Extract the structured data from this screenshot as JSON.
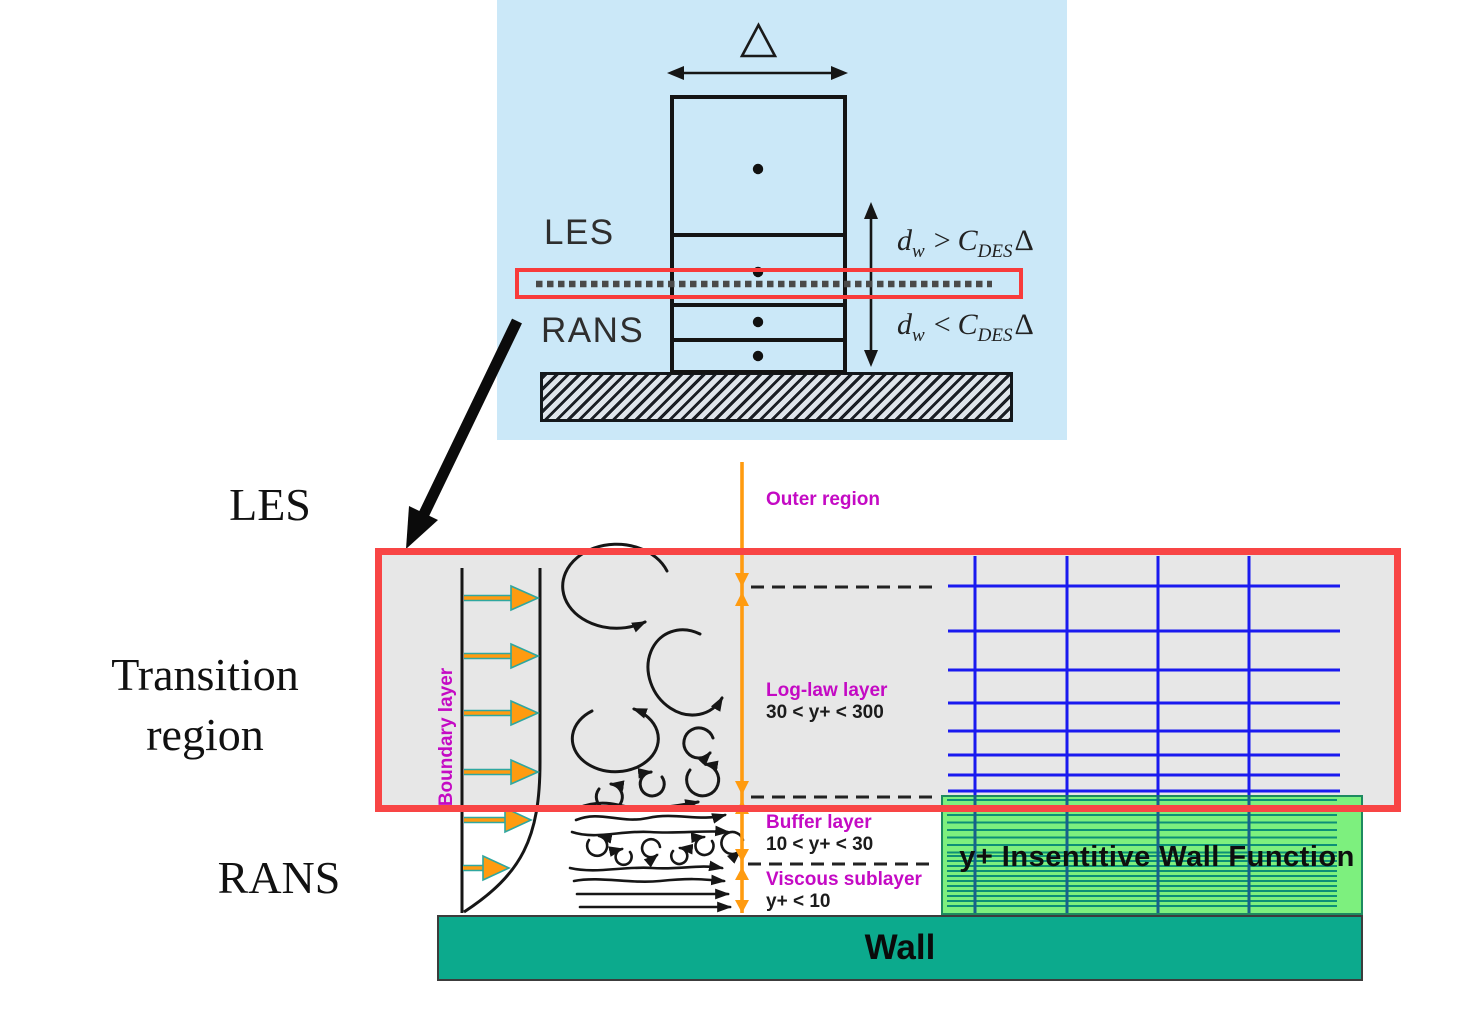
{
  "top_panel": {
    "delta": "Δ",
    "les_label": "LES",
    "rans_label": "RANS",
    "eq_above": {
      "d": "d",
      "sub": "w",
      "rel": ">",
      "c": "C",
      "csub": "DES",
      "delta": "Δ"
    },
    "eq_below": {
      "d": "d",
      "sub": "w",
      "rel": "<",
      "c": "C",
      "csub": "DES",
      "delta": "Δ"
    }
  },
  "left_labels": {
    "les": "LES",
    "transition_line1": "Transition",
    "transition_line2": "region",
    "rans": "RANS"
  },
  "layers": {
    "outer": "Outer region",
    "loglaw": "Log-law layer",
    "loglaw_range": "30 < y+ < 300",
    "buffer": "Buffer layer",
    "buffer_range": "10 < y+ < 30",
    "viscous": "Viscous sublayer",
    "viscous_range": "y+ < 10",
    "boundary": "Boundary layer"
  },
  "wall_function_label": "y+ Insentitive Wall Function",
  "wall_label": "Wall",
  "colors": {
    "panel_blue": "#cbe8f8",
    "red_frame": "#f84545",
    "orange": "#ff9b10",
    "magenta": "#c40ac4",
    "gray_fill": "#e7e7e7",
    "grid_blue": "#1a1aef",
    "green_fill": "#7df07e",
    "green_line": "#0d8f77",
    "wall_teal": "#0caa8d"
  }
}
